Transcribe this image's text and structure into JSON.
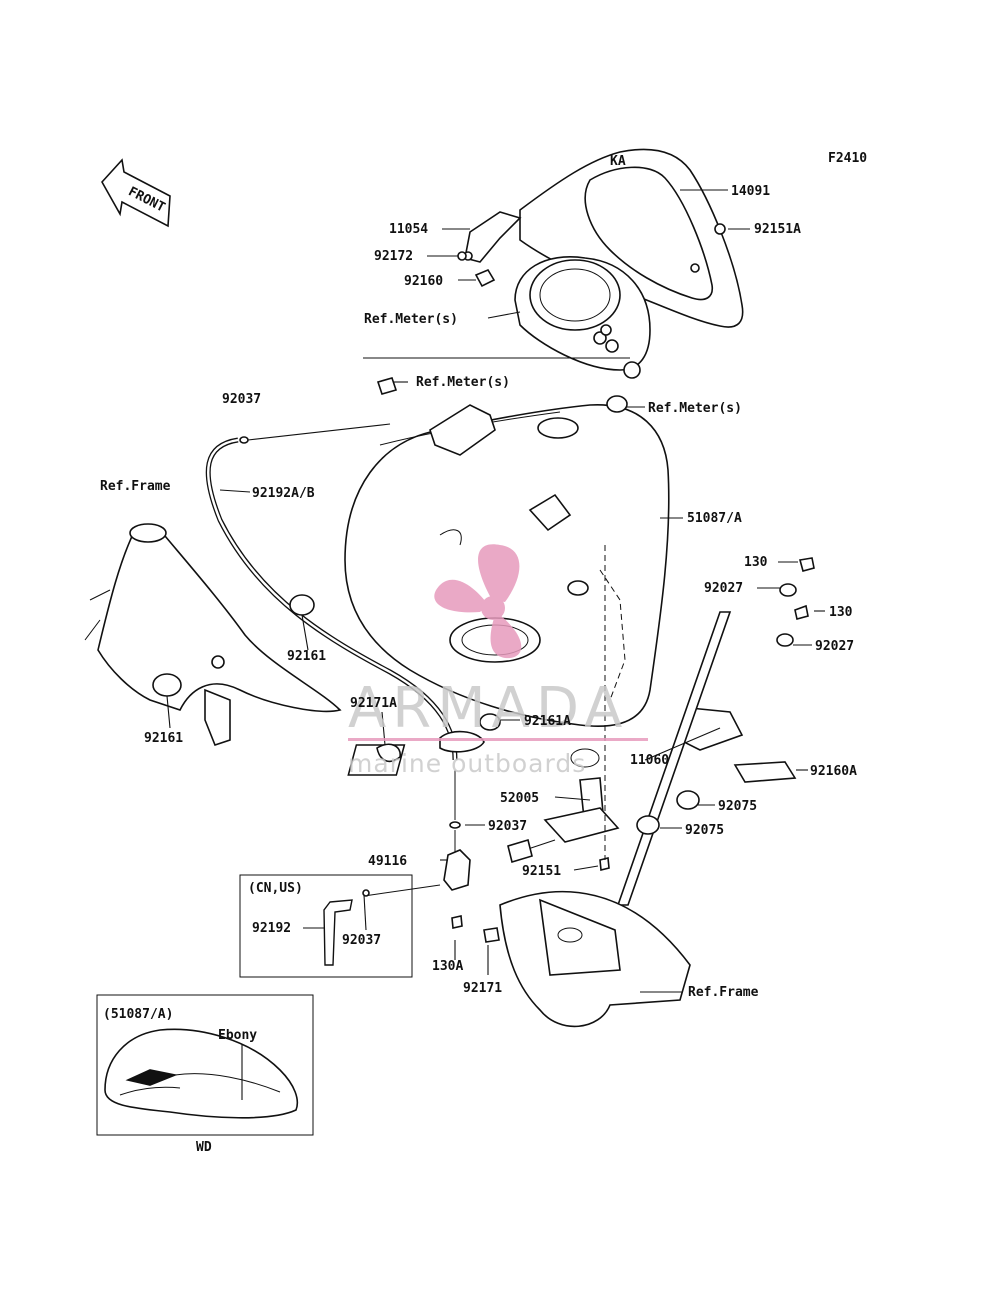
{
  "figure_code": "F2410",
  "front_arrow_label": "FRONT",
  "watermark": {
    "brand": "ARMADA",
    "tagline": "marine outboards",
    "color": "#e79bbd"
  },
  "labels": {
    "p14091": "14091",
    "p11054": "11054",
    "p92151A": "92151A",
    "p92172": "92172",
    "p92160": "92160",
    "refMeter1": "Ref.Meter(s)",
    "refMeter2": "Ref.Meter(s)",
    "refMeter3": "Ref.Meter(s)",
    "p92037a": "92037",
    "refFrame1": "Ref.Frame",
    "p92192AB": "92192A/B",
    "p51087A": "51087/A",
    "p130a": "130",
    "p92027a": "92027",
    "p130b": "130",
    "p92027b": "92027",
    "p92161a": "92161",
    "p92161b": "92161",
    "p92171A": "92171A",
    "p92161A": "92161A",
    "p11060": "11060",
    "p92160A": "92160A",
    "p52005": "52005",
    "p92075a": "92075",
    "p92037b": "92037",
    "p92075b": "92075",
    "p49116": "49116",
    "p92151": "92151",
    "region": "(CN,US)",
    "p92192": "92192",
    "p92037c": "92037",
    "p130A": "130A",
    "p92171": "92171",
    "refFrame2": "Ref.Frame",
    "inset_title": "(51087/A)",
    "inset_ebony": "Ebony",
    "inset_wd": "WD"
  }
}
